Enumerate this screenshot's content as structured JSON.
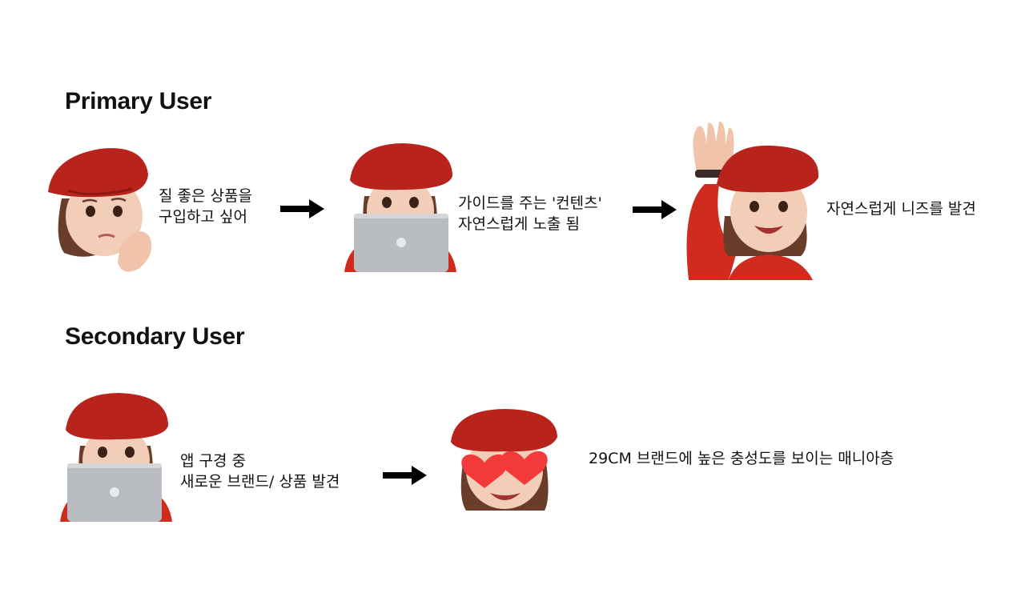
{
  "primary": {
    "heading": "Primary User",
    "steps": [
      {
        "line1": "질 좋은 상품을",
        "line2": "구입하고 싶어"
      },
      {
        "line1": "가이드를 주는 '컨텐츠'",
        "line2": "자연스럽게 노출 됨"
      },
      {
        "line1": "자연스럽게 니즈를 발견"
      }
    ]
  },
  "secondary": {
    "heading": "Secondary User",
    "steps": [
      {
        "line1": "앱 구경 중",
        "line2": "새로운 브랜드/ 상품 발견"
      },
      {
        "line1": "29CM 브랜드에 높은 충성도를 보이는 매니아층"
      }
    ]
  },
  "colors": {
    "beret": "#b8231c",
    "skin": "#f2cdb8",
    "hair": "#6a3d2a",
    "shirt": "#cf2b1e",
    "laptop": "#b9bcc1",
    "heart": "#f23a3a",
    "arrow": "#000000"
  },
  "icons": [
    "thinking-memoji-icon",
    "laptop-memoji-icon",
    "waving-memoji-icon",
    "heart-eyes-memoji-icon",
    "arrow-right-icon"
  ]
}
